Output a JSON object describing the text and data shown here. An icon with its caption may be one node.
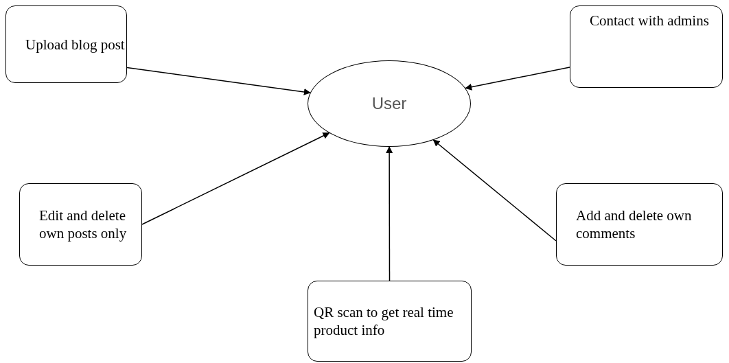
{
  "diagram": {
    "nodes": [
      {
        "text": [
          "Upload blog post"
        ]
      },
      {
        "text": [
          "Contact with admins"
        ]
      },
      {
        "text": [
          "User"
        ]
      },
      {
        "text": [
          "Edit and delete own posts only"
        ]
      },
      {
        "text": [
          "Add and delete own comments"
        ]
      },
      {
        "text": [
          "QR scan to get real time product info"
        ]
      }
    ],
    "edges": [
      {
        "from": 0,
        "to": 2,
        "arrow": "to"
      },
      {
        "from": 1,
        "to": 2,
        "arrow": "to"
      },
      {
        "from": 3,
        "to": 2,
        "arrow": "to"
      },
      {
        "from": 4,
        "to": 2,
        "arrow": "to"
      },
      {
        "from": 5,
        "to": 2,
        "arrow": "to"
      }
    ]
  }
}
